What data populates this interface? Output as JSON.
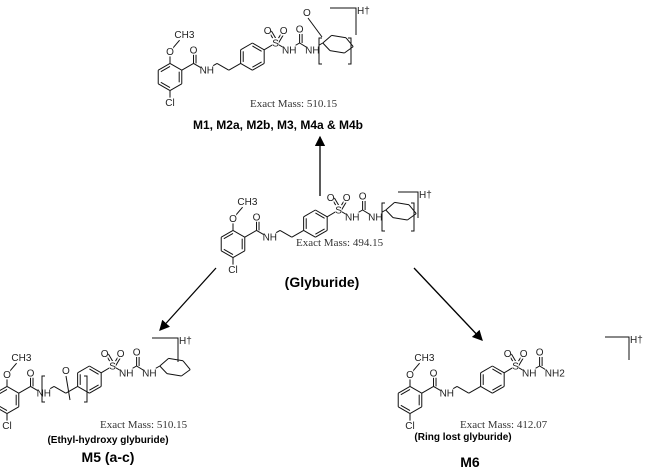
{
  "atoms": {
    "O": "O",
    "CH3": "CH3",
    "NH": "NH",
    "S": "S",
    "Cl": "Cl",
    "NH2": "NH2",
    "H": "H",
    "dagger": "†"
  },
  "compounds": {
    "top": {
      "mass": "Exact Mass: 510.15",
      "label": "M1, M2a, M2b, M3, M4a & M4b"
    },
    "parent": {
      "mass": "Exact Mass: 494.15",
      "label": "(Glyburide)"
    },
    "m5": {
      "mass": "Exact Mass: 510.15",
      "desc": "(Ethyl-hydroxy glyburide)",
      "label": "M5 (a-c)"
    },
    "m6": {
      "mass": "Exact Mass: 412.07",
      "desc": "(Ring lost glyburide)",
      "label": "M6"
    }
  }
}
